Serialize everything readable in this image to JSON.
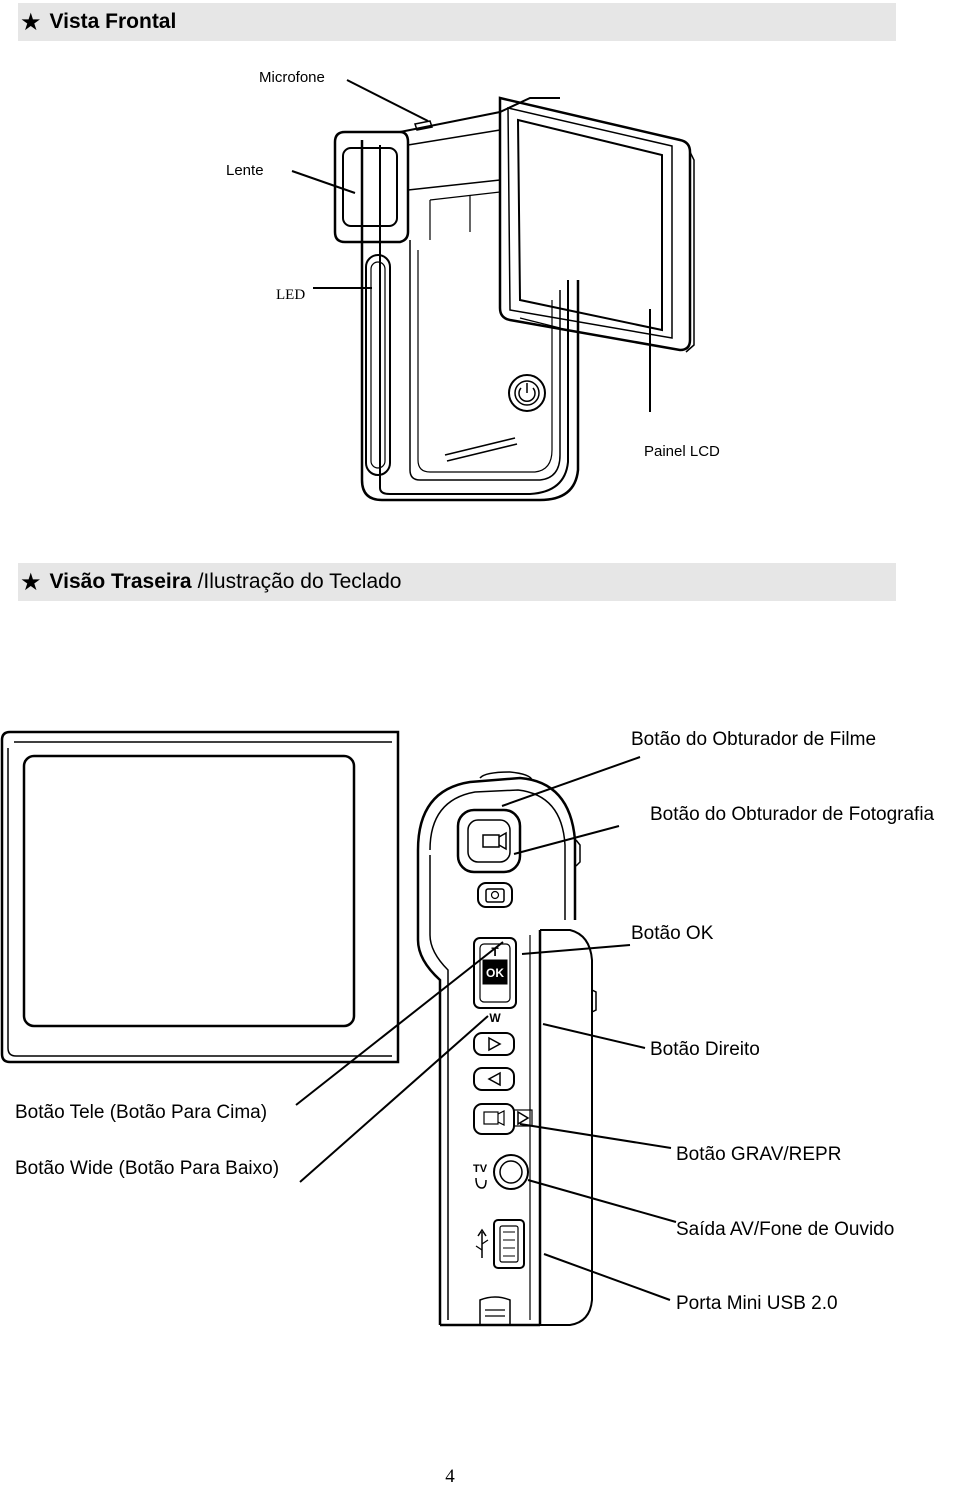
{
  "front_view": {
    "star": "★",
    "title": "Vista Frontal",
    "labels": {
      "microphone": "Microfone",
      "lens": "Lente",
      "led": "LED",
      "lcd_panel": "Painel LCD"
    }
  },
  "rear_view": {
    "star": "★",
    "title_bold": "Visão Traseira",
    "title_light": "/Ilustração do Teclado",
    "labels": {
      "movie_shutter": "Botão do Obturador de Filme",
      "photo_shutter": "Botão do Obturador de Fotografia",
      "ok": "Botão OK",
      "right": "Botão Direito",
      "tele": "Botão Tele (Botão Para Cima)",
      "wide": "Botão Wide (Botão Para Baixo)",
      "rec_play": "Botão GRAV/REPR",
      "av_out": "Saída AV/Fone de Ouvido",
      "usb": "Porta Mini USB 2.0"
    },
    "button_glyphs": {
      "tele": "T",
      "ok": "OK",
      "wide": "W",
      "tv": "TV"
    }
  },
  "page_number": "4"
}
